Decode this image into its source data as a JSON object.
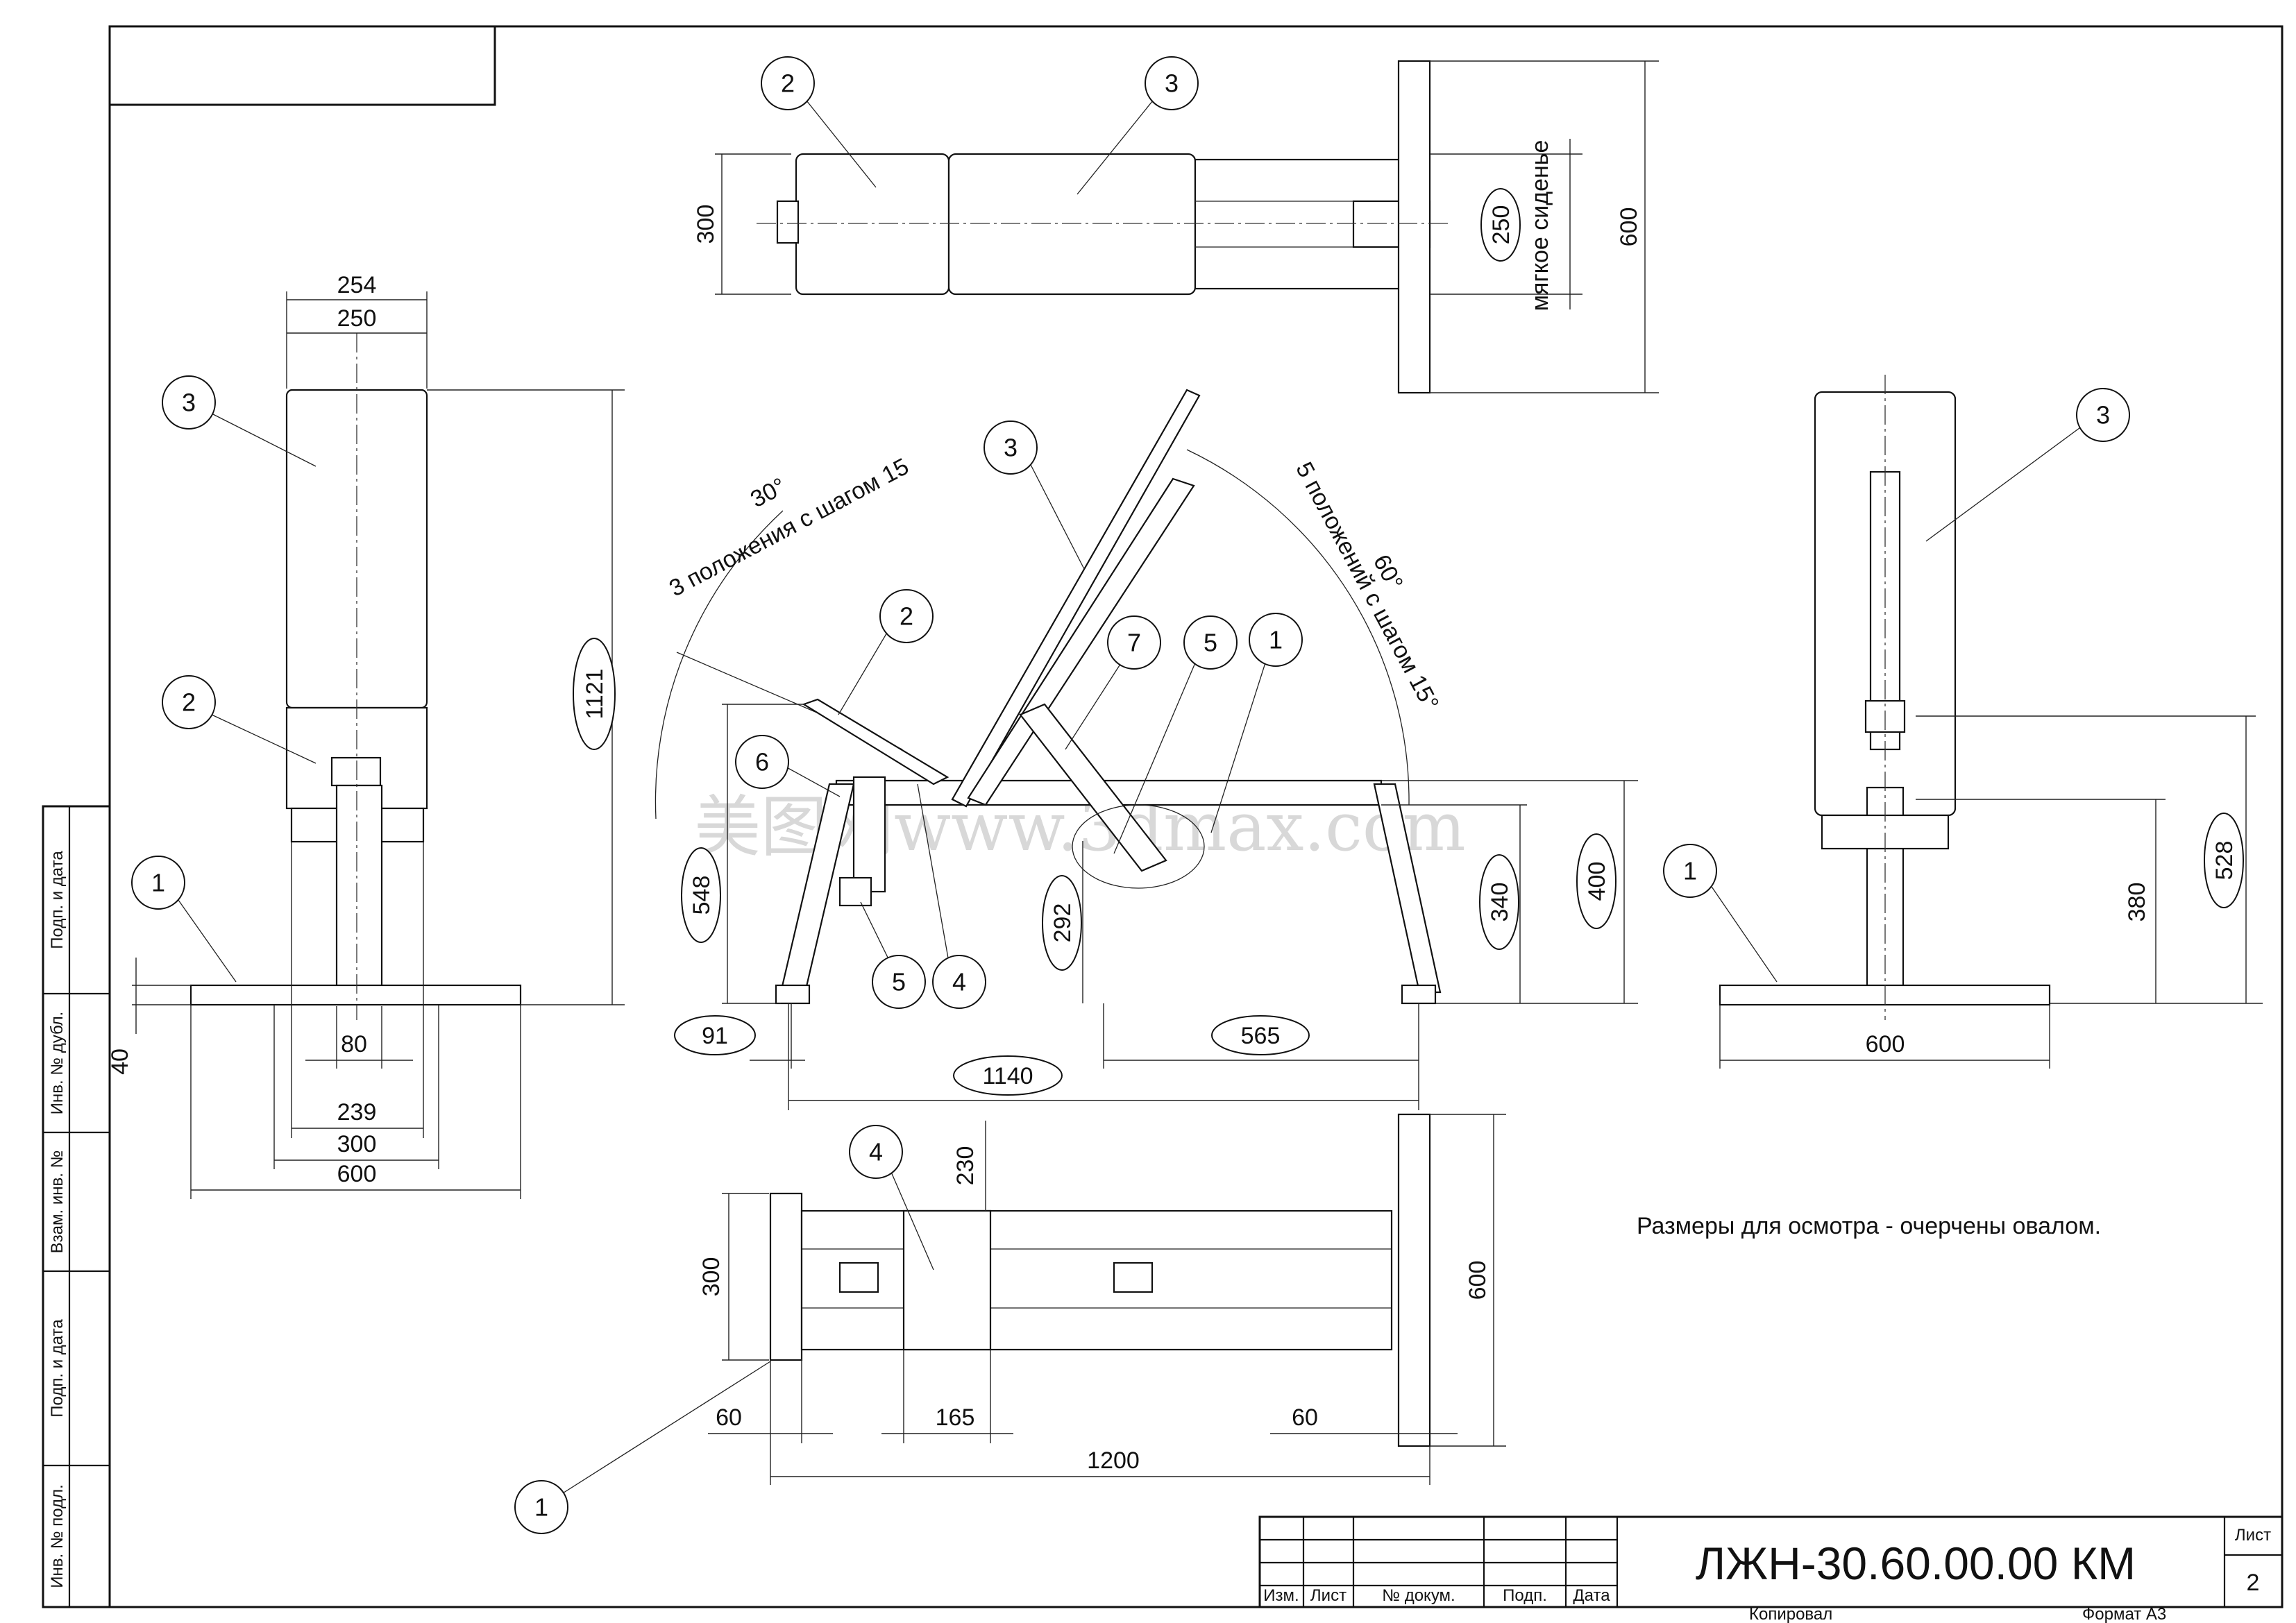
{
  "drawing": {
    "designation": "ЛЖН-30.60.00.00 КМ",
    "note": "Размеры для осмотра  - очерчены овалом.",
    "watermark": "美图网www.3dmax.com"
  },
  "title_block": {
    "columns": [
      "Изм.",
      "Лист",
      "№ докум.",
      "Подп.",
      "Дата"
    ],
    "sheet_label": "Лист",
    "sheet_number": "2",
    "copied_label": "Копировал",
    "format_label": "Формат А3"
  },
  "side_stamp": [
    "Подп. и дата",
    "Инв. № дубл.",
    "Взам. инв. №",
    "Подп. и дата",
    "Инв. № подл."
  ],
  "views": {
    "top": {
      "callouts": [
        "2",
        "3"
      ],
      "dims": {
        "width_left": "300",
        "width_right": "600",
        "seat_width": "250"
      },
      "seat_label": "мягкое сиденье"
    },
    "front_left": {
      "callouts": [
        "3",
        "2",
        "1"
      ],
      "dims": {
        "d254": "254",
        "d250": "250",
        "d1121": "1121",
        "d40": "40",
        "d80": "80",
        "d239": "239",
        "d300": "300",
        "d600": "600"
      }
    },
    "side": {
      "callouts": [
        "3",
        "2",
        "6",
        "7",
        "5",
        "1",
        "5",
        "4"
      ],
      "angle_left": {
        "angle": "30°",
        "text": "3 положения с шагом 15"
      },
      "angle_right": {
        "text": "5 положений с шагом 15°",
        "angle": "60°"
      },
      "dims": {
        "d548": "548",
        "d292": "292",
        "d340": "340",
        "d400": "400",
        "d91": "91",
        "d565": "565",
        "d1140": "1140"
      }
    },
    "rear_right": {
      "callouts": [
        "3",
        "1"
      ],
      "dims": {
        "d380": "380",
        "d528": "528",
        "d600": "600"
      }
    },
    "bottom": {
      "callouts": [
        "4",
        "1"
      ],
      "dims": {
        "d300": "300",
        "d230": "230",
        "d600": "600",
        "d60a": "60",
        "d165": "165",
        "d60b": "60",
        "d1200": "1200"
      }
    }
  }
}
